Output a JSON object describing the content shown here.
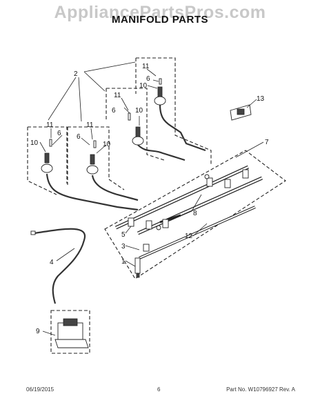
{
  "watermark": "AppliancePartsPros.com",
  "title": "MANIFOLD PARTS",
  "callouts": {
    "c1": "1",
    "c2": "2",
    "c3": "3",
    "c4": "4",
    "c5": "5",
    "c6a": "6",
    "c6b": "6",
    "c6c": "6",
    "c6d": "6",
    "c7": "7",
    "c8": "8",
    "c9": "9",
    "c10a": "10",
    "c10b": "10",
    "c10c": "10",
    "c10d": "10",
    "c11a": "11",
    "c11b": "11",
    "c11c": "11",
    "c11d": "11",
    "c12": "12",
    "c13": "13"
  },
  "footer": {
    "date": "06/19/2015",
    "page": "6",
    "part_no": "Part No. W10796927  Rev. A"
  }
}
